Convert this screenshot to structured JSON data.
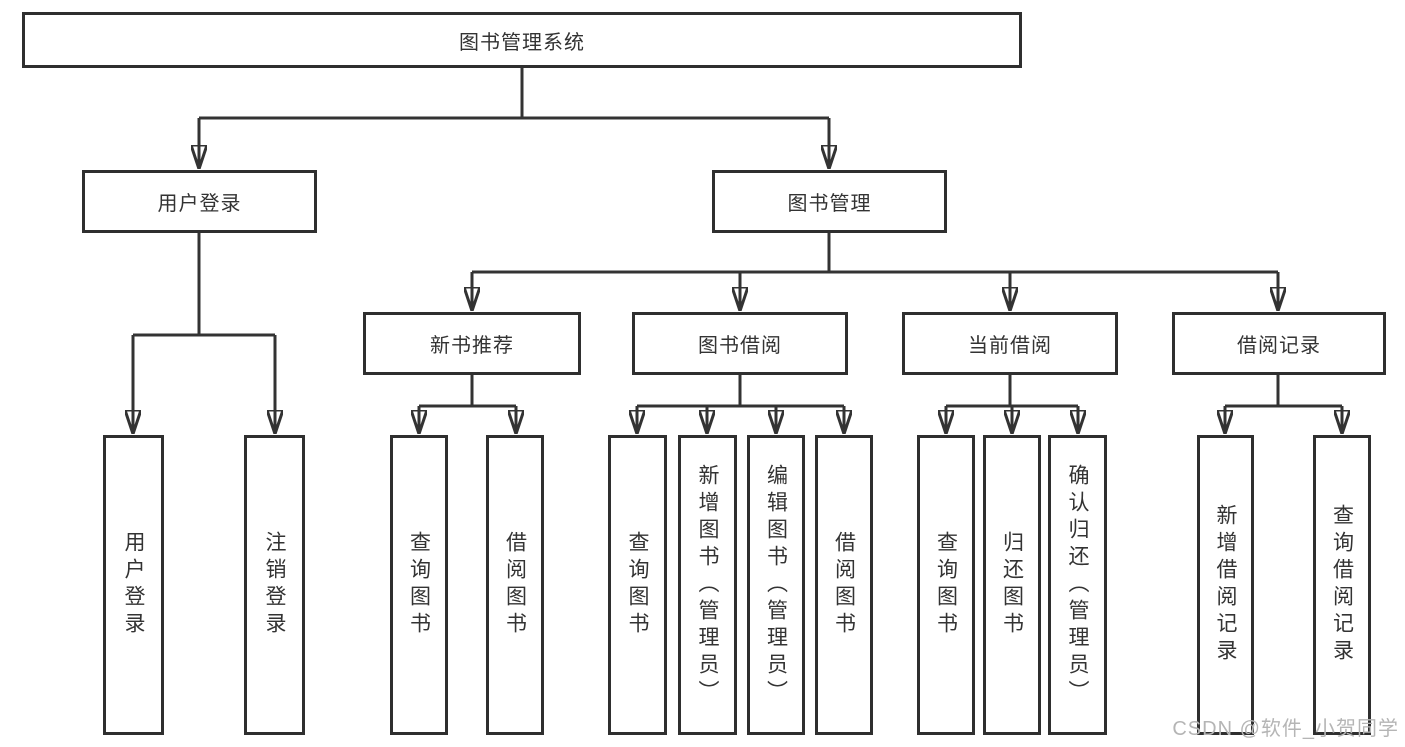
{
  "diagram": {
    "root": "图书管理系统",
    "level2": {
      "login": "用户登录",
      "management": "图书管理"
    },
    "level3": {
      "new_recommend": "新书推荐",
      "borrow": "图书借阅",
      "current": "当前借阅",
      "records": "借阅记录"
    },
    "leaves": {
      "login": [
        "用户登录",
        "注销登录"
      ],
      "new_recommend": [
        "查询图书",
        "借阅图书"
      ],
      "borrow": [
        "查询图书",
        "新增图书（管理员）",
        "编辑图书（管理员）",
        "借阅图书"
      ],
      "current": [
        "查询图书",
        "归还图书",
        "确认归还（管理员）"
      ],
      "records": [
        "新增借阅记录",
        "查询借阅记录"
      ]
    }
  },
  "watermark": "CSDN @软件_小贺同学",
  "colors": {
    "line": "#333333",
    "box_border": "#2f2f2f",
    "text": "#333333",
    "watermark": "#b5b5b5",
    "background": "#ffffff"
  }
}
